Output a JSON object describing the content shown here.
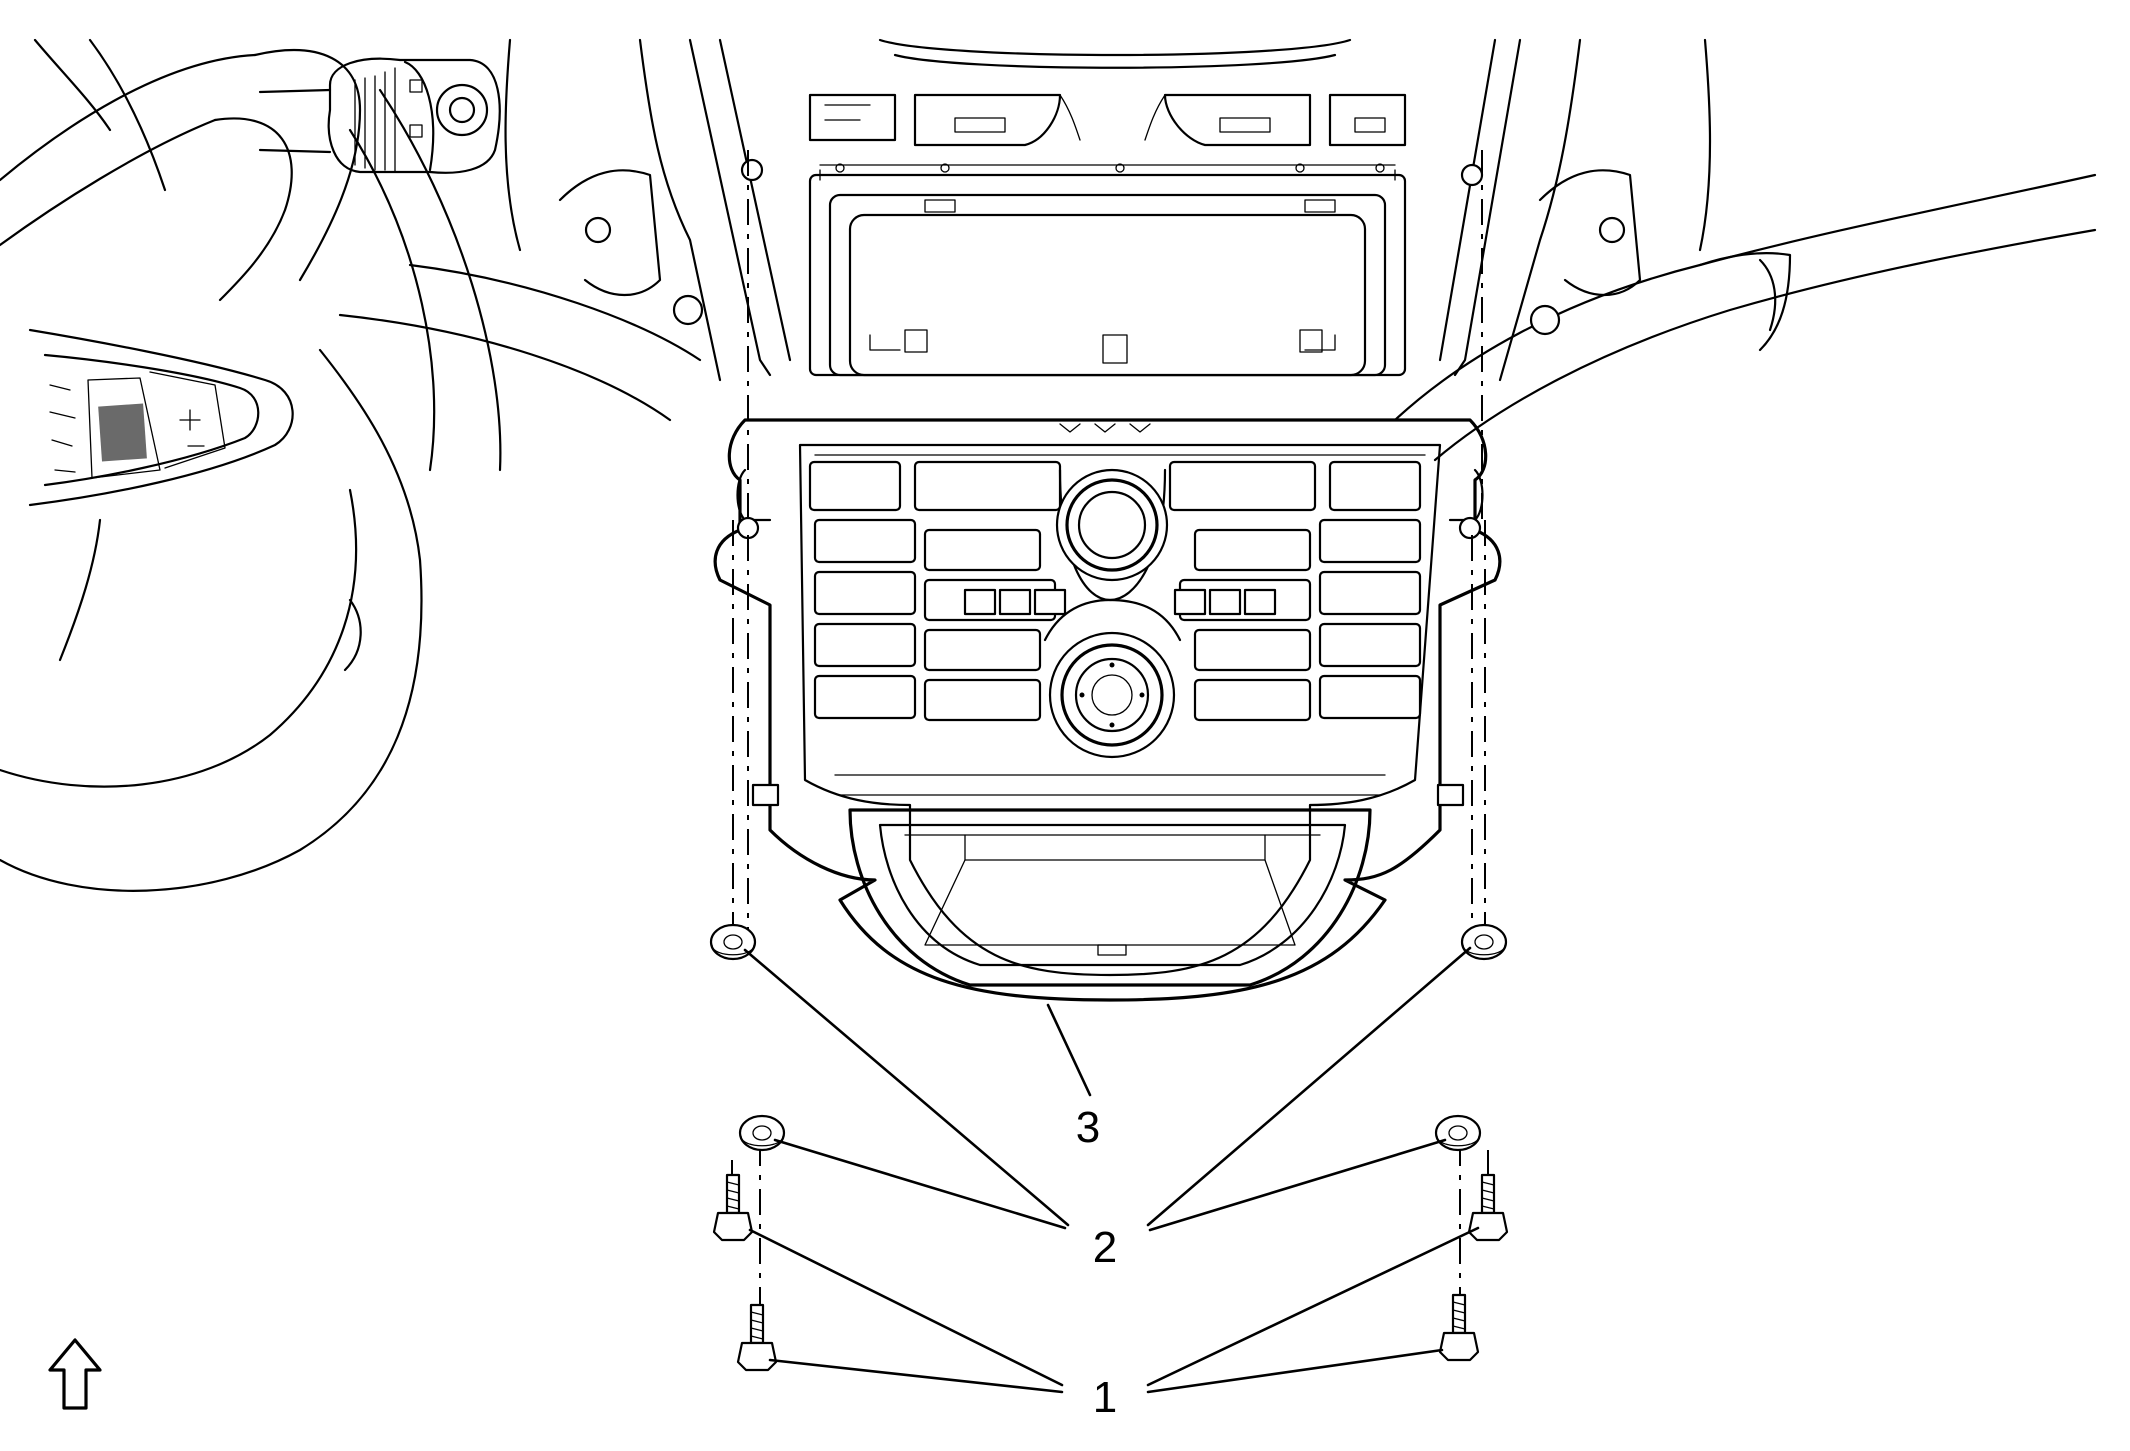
{
  "callouts": {
    "fastener": "1",
    "washer": "2",
    "bezel": "3"
  },
  "icons": {
    "orientation_arrow": "up-arrow-outline-icon"
  },
  "colors": {
    "line": "#000000",
    "background": "#ffffff"
  }
}
